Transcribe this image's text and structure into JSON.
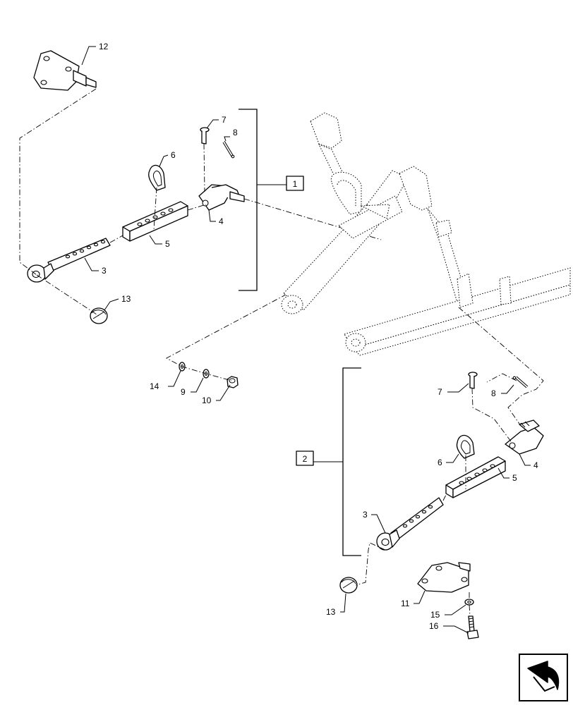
{
  "callouts": {
    "upper": {
      "c12": "12",
      "c7": "7",
      "c8": "8",
      "c6": "6",
      "c4": "4",
      "c5": "5",
      "c3": "3",
      "c13": "13",
      "c14": "14",
      "c9": "9",
      "c10": "10"
    },
    "lower": {
      "c7": "7",
      "c8": "8",
      "c6": "6",
      "c4": "4",
      "c5": "5",
      "c3": "3",
      "c13": "13",
      "c11": "11",
      "c15": "15",
      "c16": "16"
    }
  },
  "groups": {
    "group1": "1",
    "group2": "2"
  },
  "icons": {
    "navigation": "next-page-arrow-icon"
  }
}
